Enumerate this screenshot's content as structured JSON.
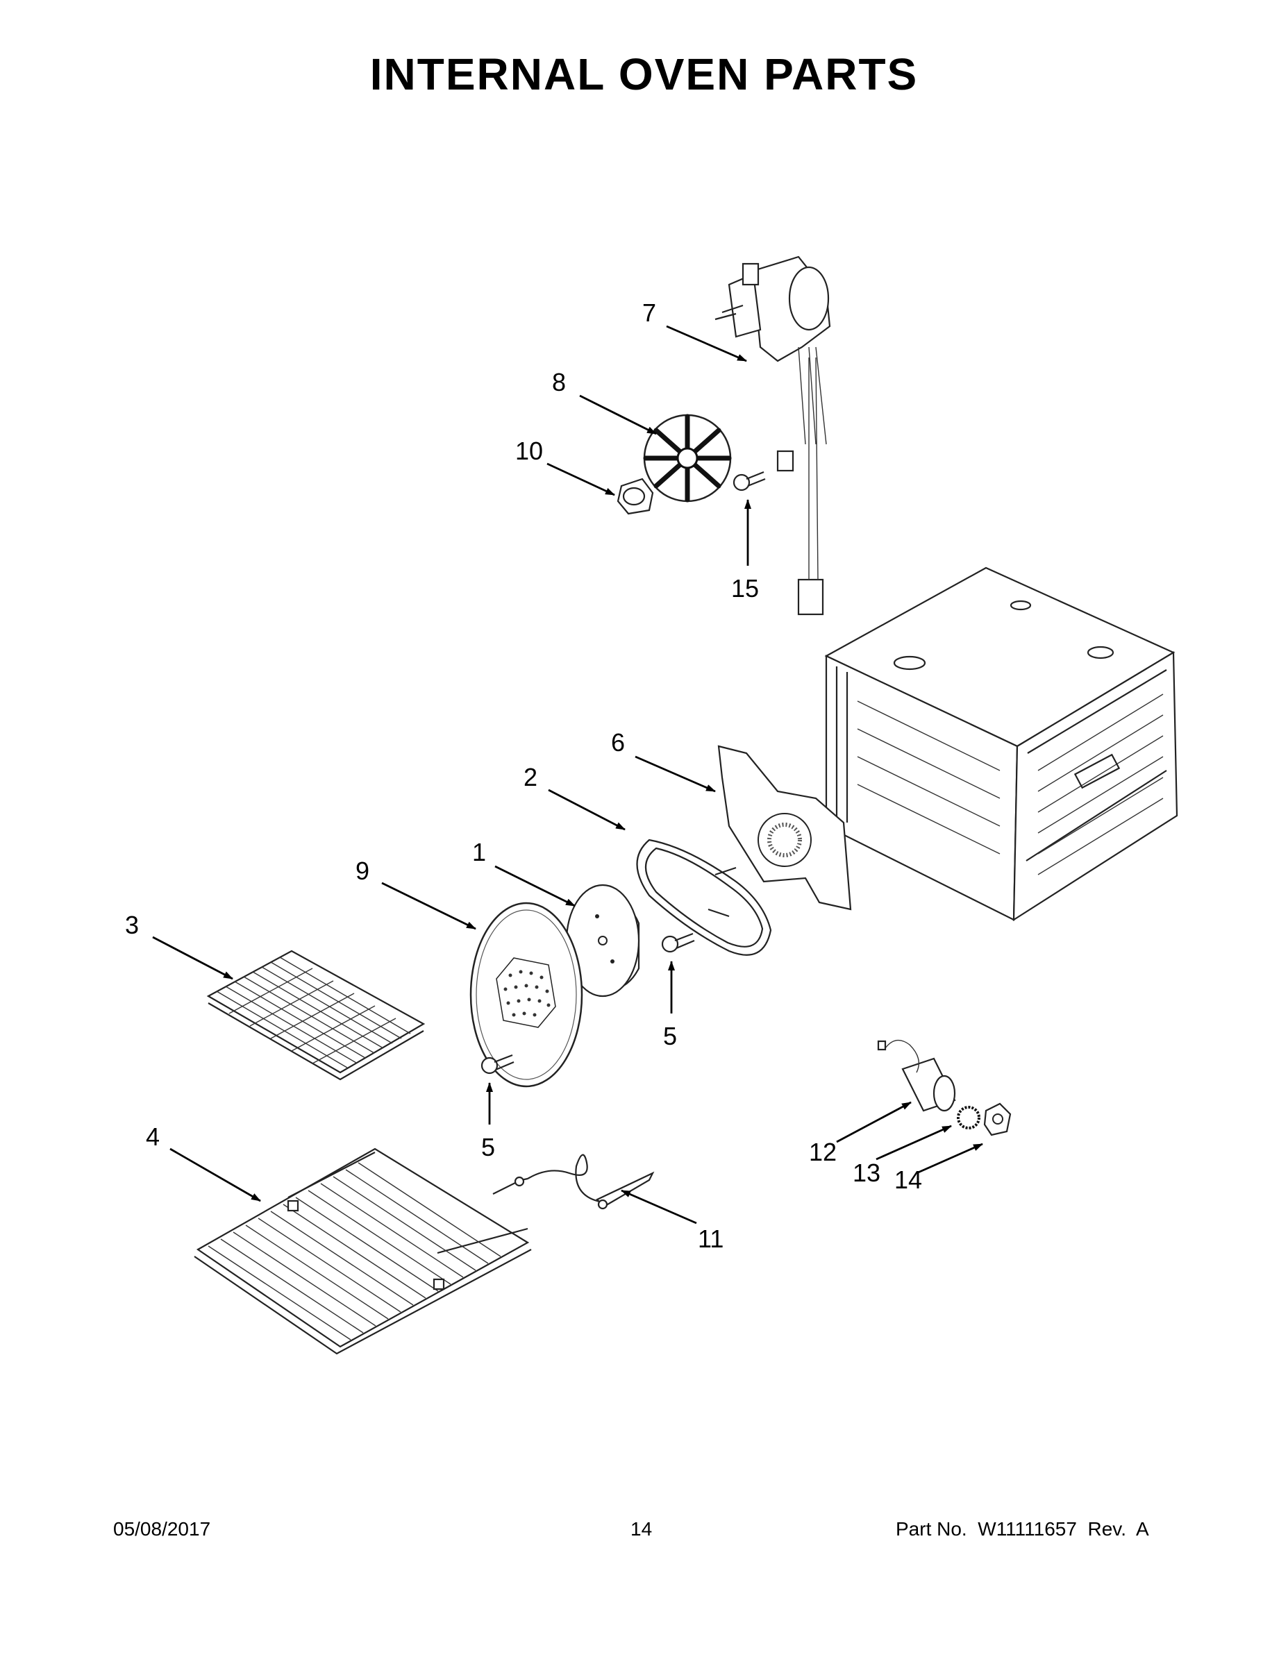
{
  "title": "INTERNAL OVEN PARTS",
  "callouts": [
    "7",
    "8",
    "10",
    "15",
    "6",
    "2",
    "1",
    "9",
    "3",
    "5",
    "5",
    "12",
    "13",
    "14",
    "4",
    "11"
  ],
  "footer": {
    "date": "05/08/2017",
    "page": "14",
    "part_no": "Part No.  W11111657  Rev.  A"
  }
}
